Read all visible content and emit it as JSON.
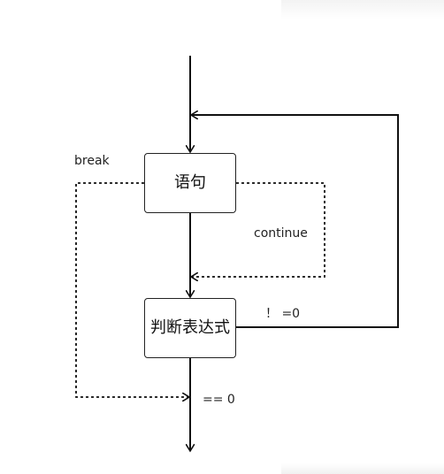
{
  "nodes": {
    "statement": "语句",
    "condition": "判断表达式"
  },
  "labels": {
    "break": "break",
    "continue": "continue",
    "not_zero": "！ =0",
    "eq_zero": "== 0"
  },
  "colors": {
    "stroke": "#111111",
    "text": "#222222",
    "background": "#ffffff"
  }
}
